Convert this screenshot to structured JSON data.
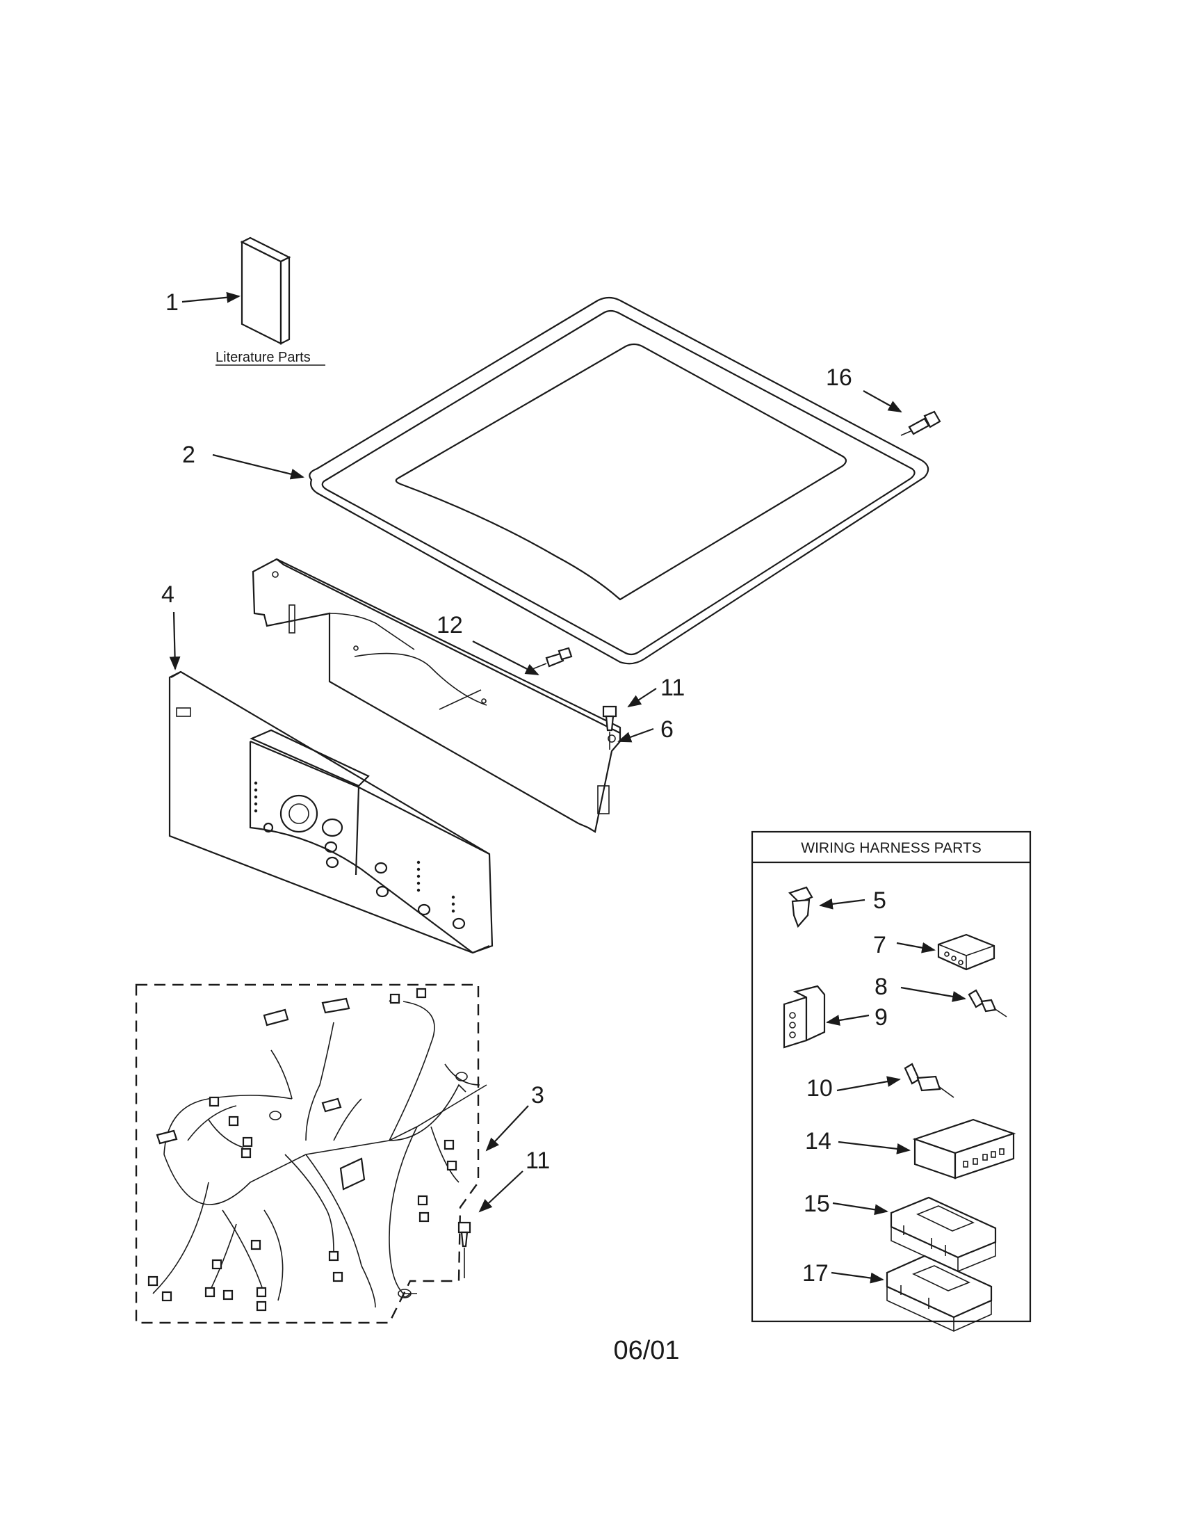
{
  "callouts": {
    "c1": "1",
    "c2": "2",
    "c3": "3",
    "c4": "4",
    "c5": "5",
    "c6": "6",
    "c7": "7",
    "c8": "8",
    "c9": "9",
    "c10": "10",
    "c11a": "11",
    "c11b": "11",
    "c12": "12",
    "c14": "14",
    "c15": "15",
    "c16": "16",
    "c17": "17"
  },
  "literature_label": "Literature Parts",
  "wiring_box_title": "WIRING HARNESS PARTS",
  "date_code": "06/01"
}
